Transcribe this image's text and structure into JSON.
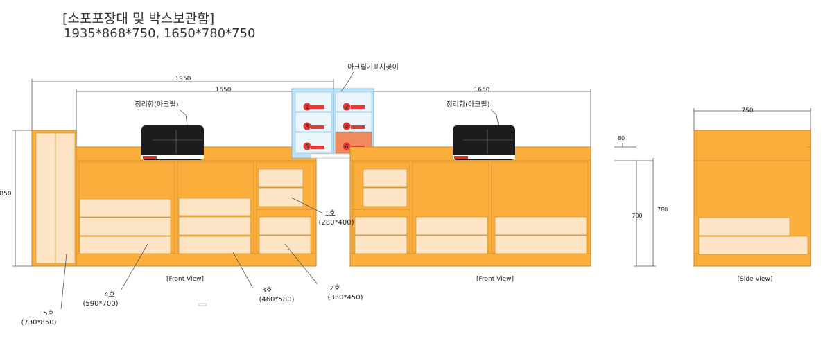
{
  "title": "[소포포장대 및 박스보관함]",
  "subtitle": "1935*868*750, 1650*780*750",
  "dimensions": {
    "total_width": "1950",
    "left_width": "1650",
    "right_width": "1650",
    "height": "850",
    "side_80": "80",
    "side_700": "700",
    "side_780": "780",
    "side_width": "750"
  },
  "labels": {
    "acrylic_stand": "아크릴기표지꽂이",
    "organizer_left": "정리함(아크릴)",
    "organizer_right": "정리함(아크릴)",
    "front_view_left": "[Front View]",
    "front_view_right": "[Front View]",
    "side_view": "[Side View]"
  },
  "boxes": [
    {
      "name": "1호",
      "size": "(280*400)"
    },
    {
      "name": "2호",
      "size": "(330*450)"
    },
    {
      "name": "3호",
      "size": "(460*580)"
    },
    {
      "name": "4호",
      "size": "(590*700)"
    },
    {
      "name": "5호",
      "size": "(730*850)"
    }
  ],
  "stand_numbers": [
    "1",
    "2",
    "3",
    "4",
    "5",
    "6"
  ],
  "colors": {
    "counter": "#FBAE3C",
    "box": "#FDE4C4",
    "outline": "#C98A2A",
    "stand": "#BFE3F5"
  }
}
